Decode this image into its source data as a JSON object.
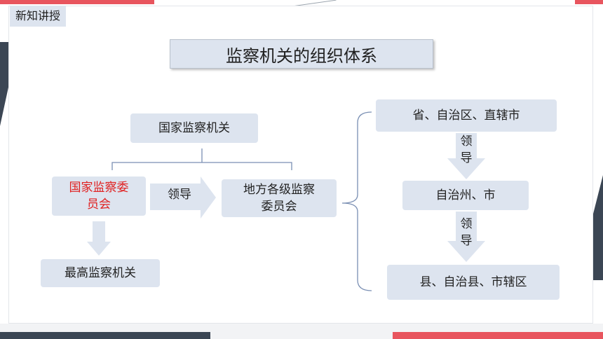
{
  "tag": "新知讲授",
  "title": "监察机关的组织体系",
  "nodes": {
    "national_organ": "国家监察机关",
    "national_committee": "国家监察委员会",
    "local_committee": "地方各级监察委员会",
    "supreme": "最高监察机关",
    "province": "省、自治区、直辖市",
    "prefecture": "自治州、市",
    "county": "县、自治县、市辖区"
  },
  "arrows": {
    "lead": "领导",
    "lead_v1": "领导",
    "lead_v2": "领导"
  },
  "colors": {
    "box_fill": "#dde4ef",
    "arrow_fill": "#dde4ef",
    "accent_red": "#e02020",
    "bracket": "#7a8fb3"
  }
}
